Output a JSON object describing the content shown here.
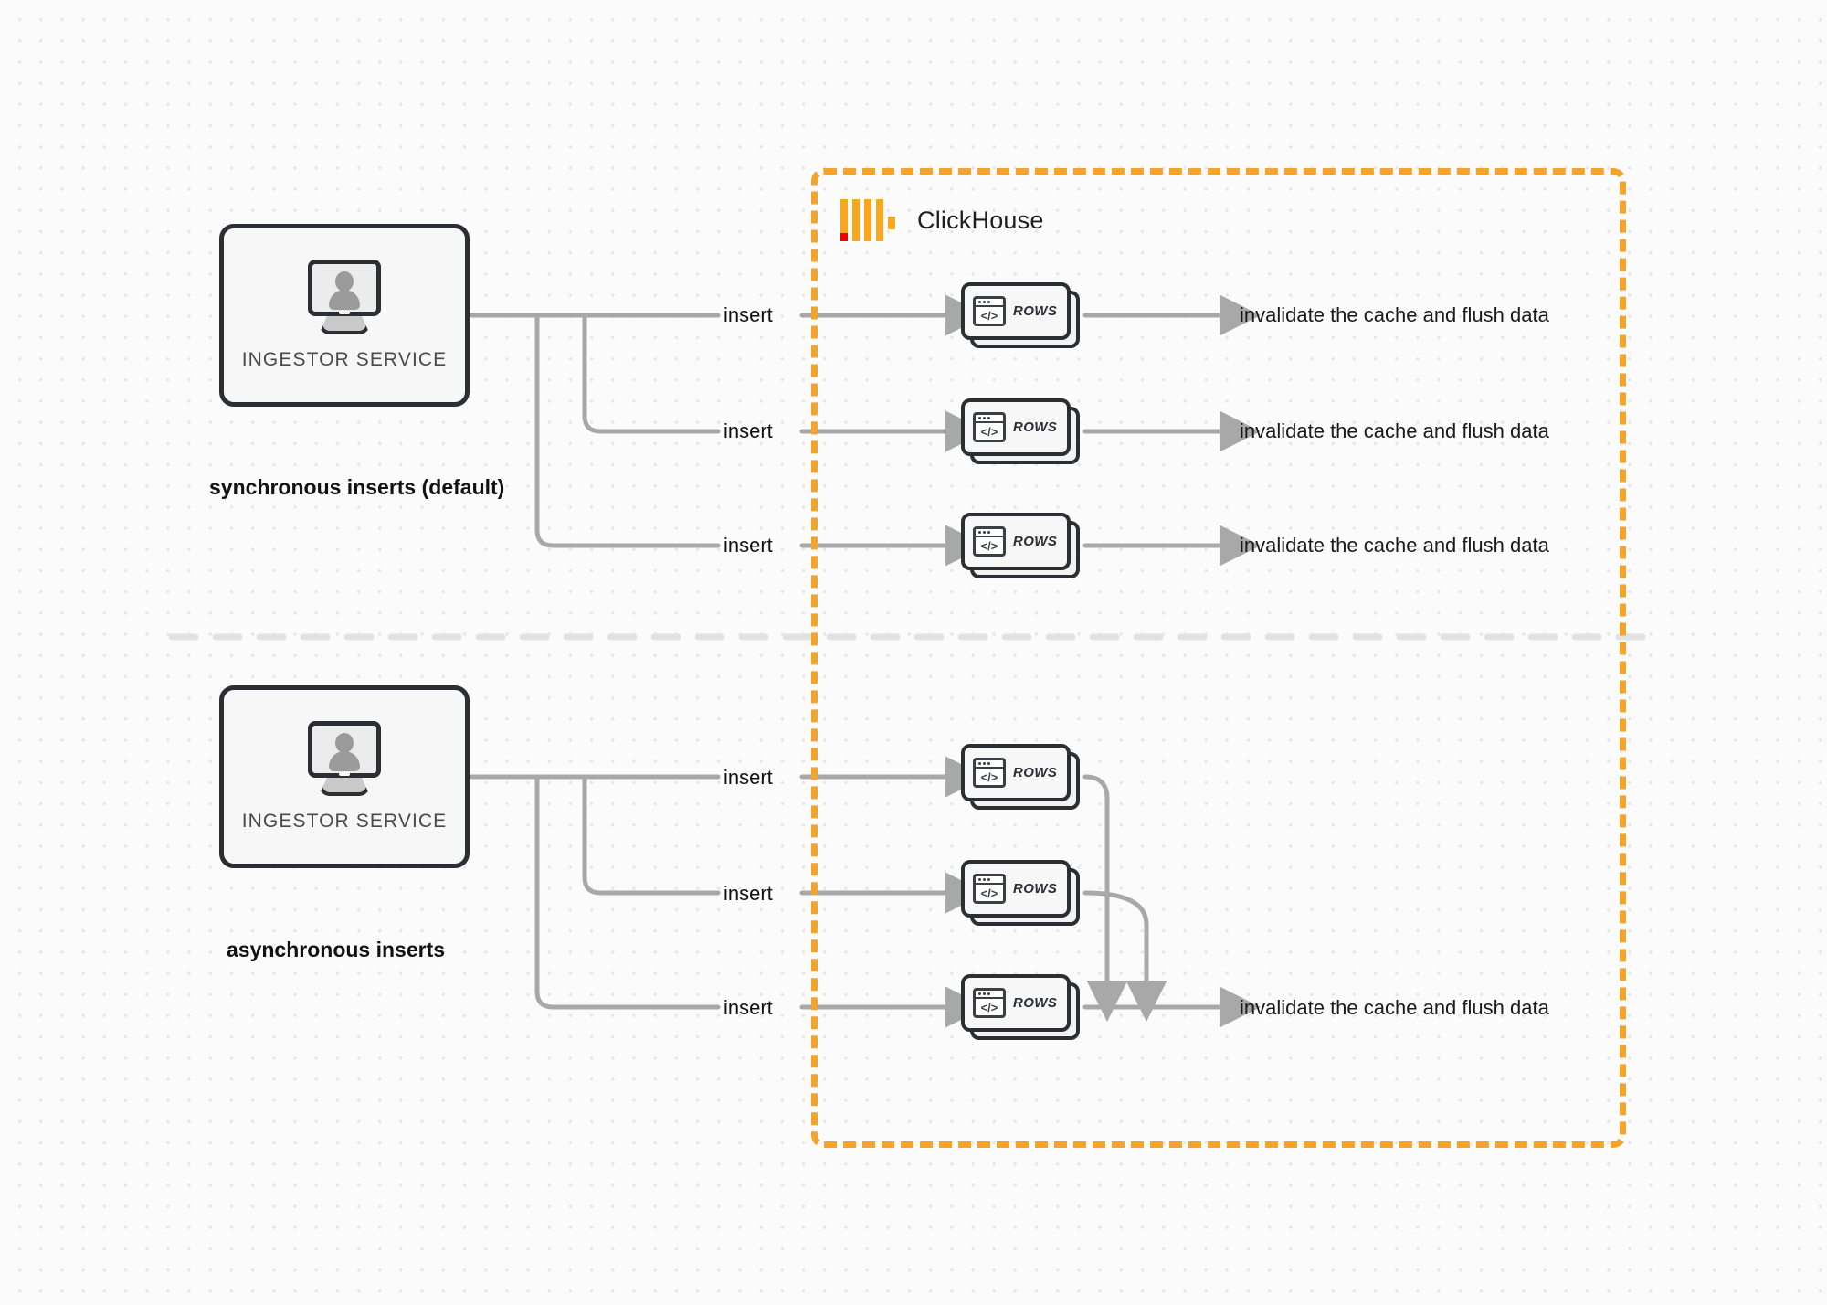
{
  "diagram": {
    "title": "ClickHouse synchronous vs asynchronous inserts",
    "background_color": "#fbfbfb",
    "accent_color": "#f5a32a",
    "wire_color": "#a8a8a8"
  },
  "clickhouse_boundary": {
    "name": "ClickHouse",
    "logo_icon": "clickhouse-logo-icon",
    "border_style": "dashed",
    "border_color": "#f5a32a"
  },
  "sections": [
    {
      "id": "synchronous",
      "caption": "synchronous inserts (default)",
      "service": {
        "label": "INGESTOR SERVICE",
        "icon": "monitor-user-icon"
      },
      "flows": [
        {
          "edge_label": "insert",
          "node_label": "ROWS",
          "node_icon": "code-window-icon",
          "result_label": "invalidate the cache and flush data"
        },
        {
          "edge_label": "insert",
          "node_label": "ROWS",
          "node_icon": "code-window-icon",
          "result_label": "invalidate the cache and flush data"
        },
        {
          "edge_label": "insert",
          "node_label": "ROWS",
          "node_icon": "code-window-icon",
          "result_label": "invalidate the cache and flush data"
        }
      ]
    },
    {
      "id": "asynchronous",
      "caption": "asynchronous inserts",
      "service": {
        "label": "INGESTOR SERVICE",
        "icon": "monitor-user-icon"
      },
      "flows": [
        {
          "edge_label": "insert",
          "node_label": "ROWS",
          "node_icon": "code-window-icon"
        },
        {
          "edge_label": "insert",
          "node_label": "ROWS",
          "node_icon": "code-window-icon"
        },
        {
          "edge_label": "insert",
          "node_label": "ROWS",
          "node_icon": "code-window-icon"
        }
      ],
      "merged_result_label": "invalidate the cache and flush data"
    }
  ],
  "divider": {
    "style": "dashed",
    "color": "#e2e2e2"
  }
}
